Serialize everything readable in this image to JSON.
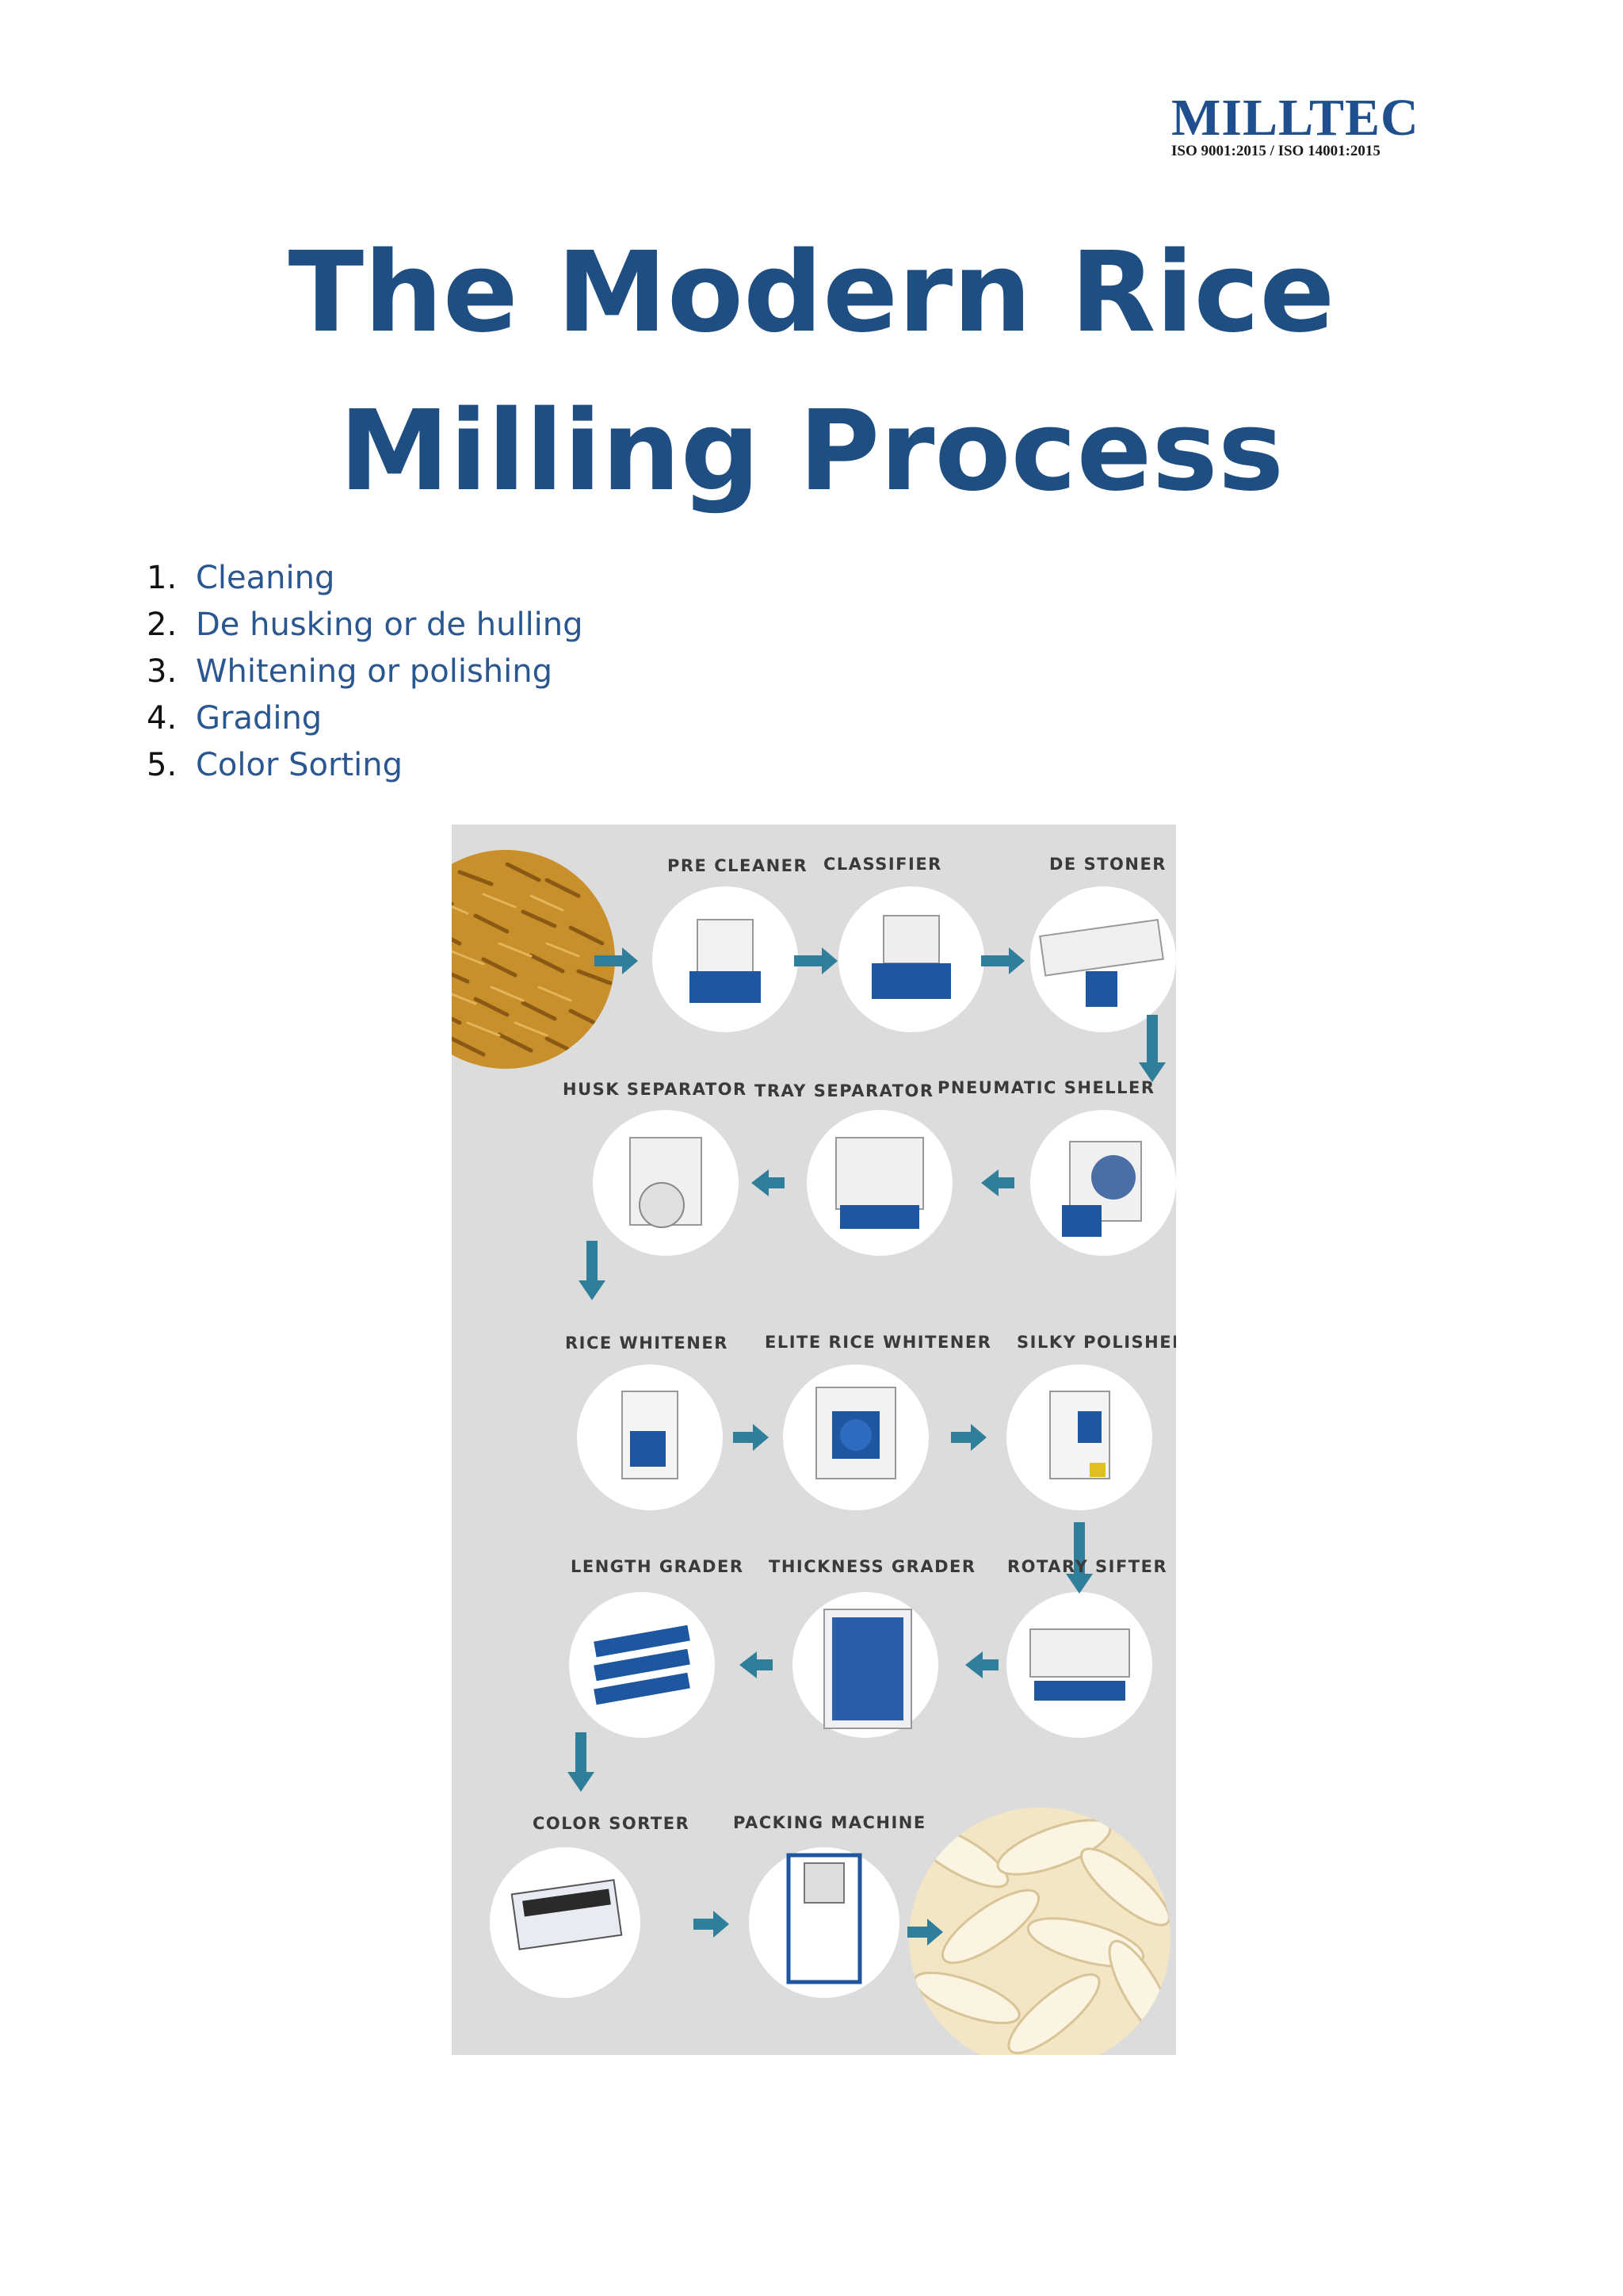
{
  "header": {
    "logo_name": "MILLTEC",
    "logo_cert": "ISO 9001:2015 / ISO 14001:2015"
  },
  "title": {
    "line1": "The Modern Rice",
    "line2": "Milling Process"
  },
  "steps": [
    {
      "num": "1.",
      "label": "Cleaning"
    },
    {
      "num": "2.",
      "label": "De husking or de hulling"
    },
    {
      "num": "3.",
      "label": "Whitening or polishing"
    },
    {
      "num": "4.",
      "label": "Grading"
    },
    {
      "num": "5.",
      "label": "Color Sorting"
    }
  ],
  "flowchart": {
    "labels": {
      "pre_cleaner": "PRE CLEANER",
      "classifier": "CLASSIFIER",
      "de_stoner": "DE STONER",
      "husk_separator": "HUSK SEPARATOR",
      "tray_separator": "TRAY SEPARATOR",
      "pneumatic_sheller": "PNEUMATIC SHELLER",
      "rice_whitener": "RICE WHITENER",
      "elite_rice_whitener": "ELITE RICE WHITENER",
      "silky_polisher": "SILKY POLISHER",
      "length_grader": "LENGTH GRADER",
      "thickness_grader": "THICKNESS GRADER",
      "rotary_sifter": "ROTARY SIFTER",
      "color_sorter": "COLOR SORTER",
      "packing_machine": "PACKING MACHINE"
    },
    "colors": {
      "background": "#dcdcdc",
      "arrow": "#2f7f9a",
      "machine_blue": "#1f56a0",
      "paddy": "#c98f2a",
      "milled_rice": "#f3e6c4"
    }
  }
}
